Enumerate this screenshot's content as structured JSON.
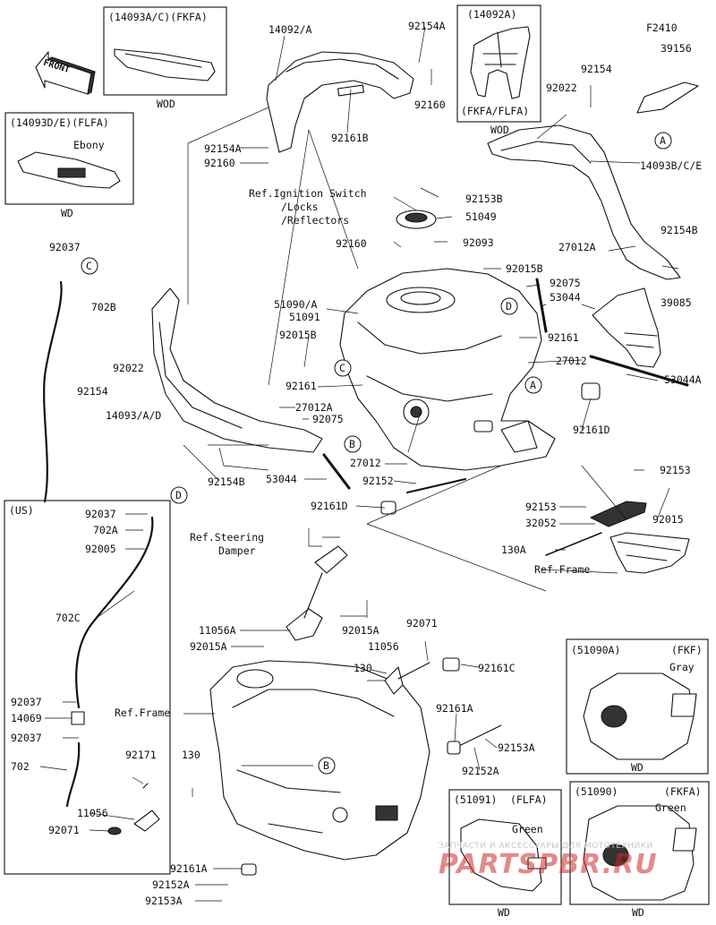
{
  "diagram": {
    "front_label": "FRONT",
    "inset_boxes": [
      {
        "key": "b1",
        "code": "(14093A/C)(FKFA)",
        "footer": "WOD"
      },
      {
        "key": "b2",
        "code": "(14092A)",
        "sub": "(FKFA/FLFA)",
        "footer": "WOD"
      },
      {
        "key": "b3",
        "code": "(14093D/E)(FLFA)",
        "sub": "Ebony",
        "footer": "WD"
      },
      {
        "key": "b4",
        "code": "(US)"
      },
      {
        "key": "b5",
        "code": "(51090A)",
        "variant": "(FKF)",
        "color": "Gray",
        "footer": "WD"
      },
      {
        "key": "b6",
        "code": "(51091)",
        "variant": "(FLFA)",
        "color": "Green",
        "footer": "WD"
      },
      {
        "key": "b7",
        "code": "(51090)",
        "variant": "(FKFA)",
        "color": "Green",
        "footer": "WD"
      }
    ],
    "refs": {
      "ignition_1": "Ref.Ignition Switch",
      "ignition_2": "/Locks",
      "ignition_3": "/Reflectors",
      "steering_1": "Ref.Steering",
      "steering_2": "Damper",
      "frame_upper": "Ref.Frame",
      "frame_lower": "Ref.Frame"
    },
    "callouts": [
      "A",
      "B",
      "C",
      "D"
    ],
    "parts": {
      "p14092A": "14092/A",
      "p92154A_t": "92154A",
      "p92160_t": "92160",
      "p92161B": "92161B",
      "p92154A_l": "92154A",
      "p92160_l": "92160",
      "pF2410": "F2410",
      "p39156": "39156",
      "p92154_tr": "92154",
      "p92022_tr": "92022",
      "p14093BCE": "14093B/C/E",
      "p92153B": "92153B",
      "p51049": "51049",
      "p92160_m": "92160",
      "p92093": "92093",
      "p27012A_r": "27012A",
      "p92154B_r": "92154B",
      "p92015B_r": "92015B",
      "p92075_r": "92075",
      "p53044_r": "53044",
      "p39085": "39085",
      "p51090A": "51090/A",
      "p51091": "51091",
      "p92015B_l": "92015B",
      "p92161_r": "92161",
      "p27012_r": "27012",
      "p53044A": "53044A",
      "p92037_c": "92037",
      "p702B": "702B",
      "p92022_l": "92022",
      "p92154_l": "92154",
      "p92161_l": "92161",
      "p27012A_l": "27012A",
      "p14093AD": "14093/A/D",
      "p92075_l": "92075",
      "p92161D_r": "92161D",
      "p92154B_l": "92154B",
      "p53044_l": "53044",
      "p27012_b": "27012",
      "p92152_m": "92152",
      "p92161D_l": "92161D",
      "p92153_r": "92153",
      "p92153_m": "92153",
      "p32052": "32052",
      "p92015_r": "92015",
      "p130A": "130A",
      "p92037_us1": "92037",
      "p702A": "702A",
      "p92005": "92005",
      "p702C": "702C",
      "p92037_us2": "92037",
      "p14069": "14069",
      "p92037_us3": "92037",
      "p702": "702",
      "p11056A": "11056A",
      "p92015A_l": "92015A",
      "p92015A_r": "92015A",
      "p92071_t": "92071",
      "p11056_m": "11056",
      "p130_m": "130",
      "p92161C": "92161C",
      "p92161A_r": "92161A",
      "p92153A_r": "92153A",
      "p92152A_r": "92152A",
      "p92171": "92171",
      "p130_l": "130",
      "p11056_l": "11056",
      "p92071_l": "92071",
      "p92161A_b": "92161A",
      "p92152A_b": "92152A",
      "p92153A_b": "92153A"
    },
    "watermark": {
      "line1": "ЗАПЧАСТИ И АКСЕССУАРЫ ДЛЯ МОТОТЕХНИКИ",
      "line2": "PARTSPBR.RU"
    }
  }
}
